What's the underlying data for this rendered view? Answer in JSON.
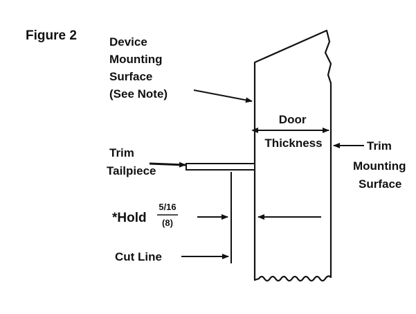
{
  "figure_title": "Figure 2",
  "labels": {
    "device_mounting_surface": [
      "Device",
      "Mounting",
      "Surface",
      "(See Note)"
    ],
    "door_thickness": [
      "Door",
      "Thickness"
    ],
    "trim_mounting_surface": [
      "Trim",
      "Mounting",
      "Surface"
    ],
    "trim_tailpiece": [
      "Trim",
      "Tailpiece"
    ],
    "hold": "*Hold",
    "hold_fraction_top": "5/16",
    "hold_fraction_bottom": "(8)",
    "cut_line": "Cut Line"
  },
  "colors": {
    "ink": "#111111",
    "background": "#ffffff"
  }
}
